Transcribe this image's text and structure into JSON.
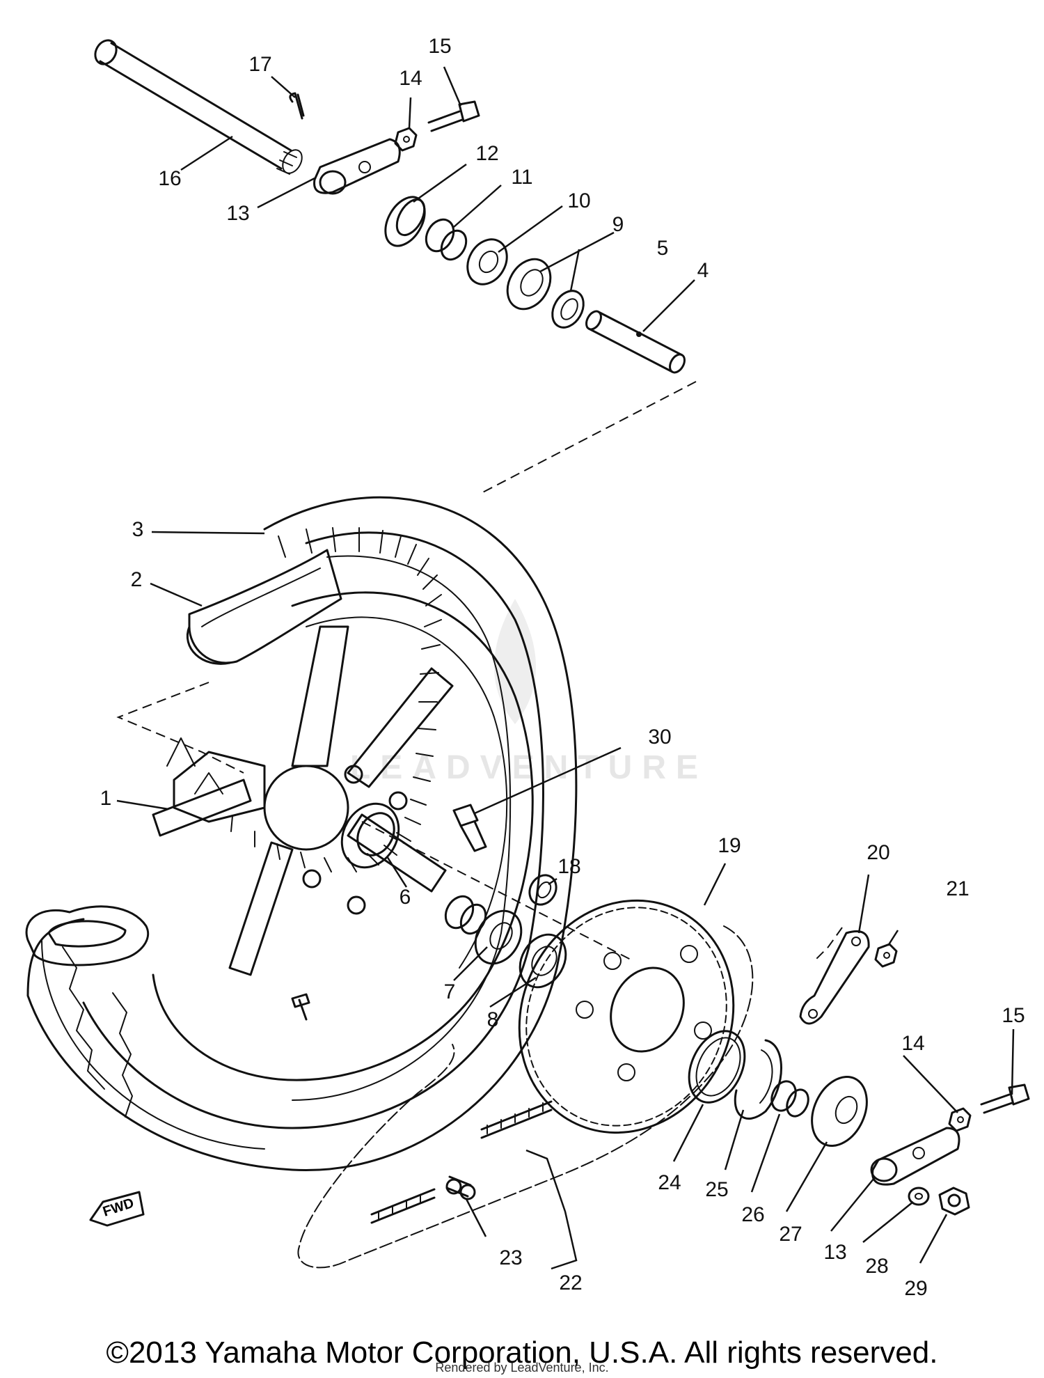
{
  "watermark": "LEADVENTURE",
  "fwd_badge": "FWD",
  "copyright": "©2013 Yamaha Motor Corporation, U.S.A. All rights reserved.",
  "credit": "Rendered by LeadVenture, Inc.",
  "callouts": [
    "1",
    "2",
    "3",
    "4",
    "5",
    "6",
    "7",
    "8",
    "9",
    "10",
    "11",
    "12",
    "13",
    "14",
    "15",
    "16",
    "17",
    "18",
    "19",
    "20",
    "21",
    "22",
    "23",
    "24",
    "25",
    "26",
    "27",
    "13",
    "14",
    "15",
    "28",
    "29",
    "30"
  ]
}
